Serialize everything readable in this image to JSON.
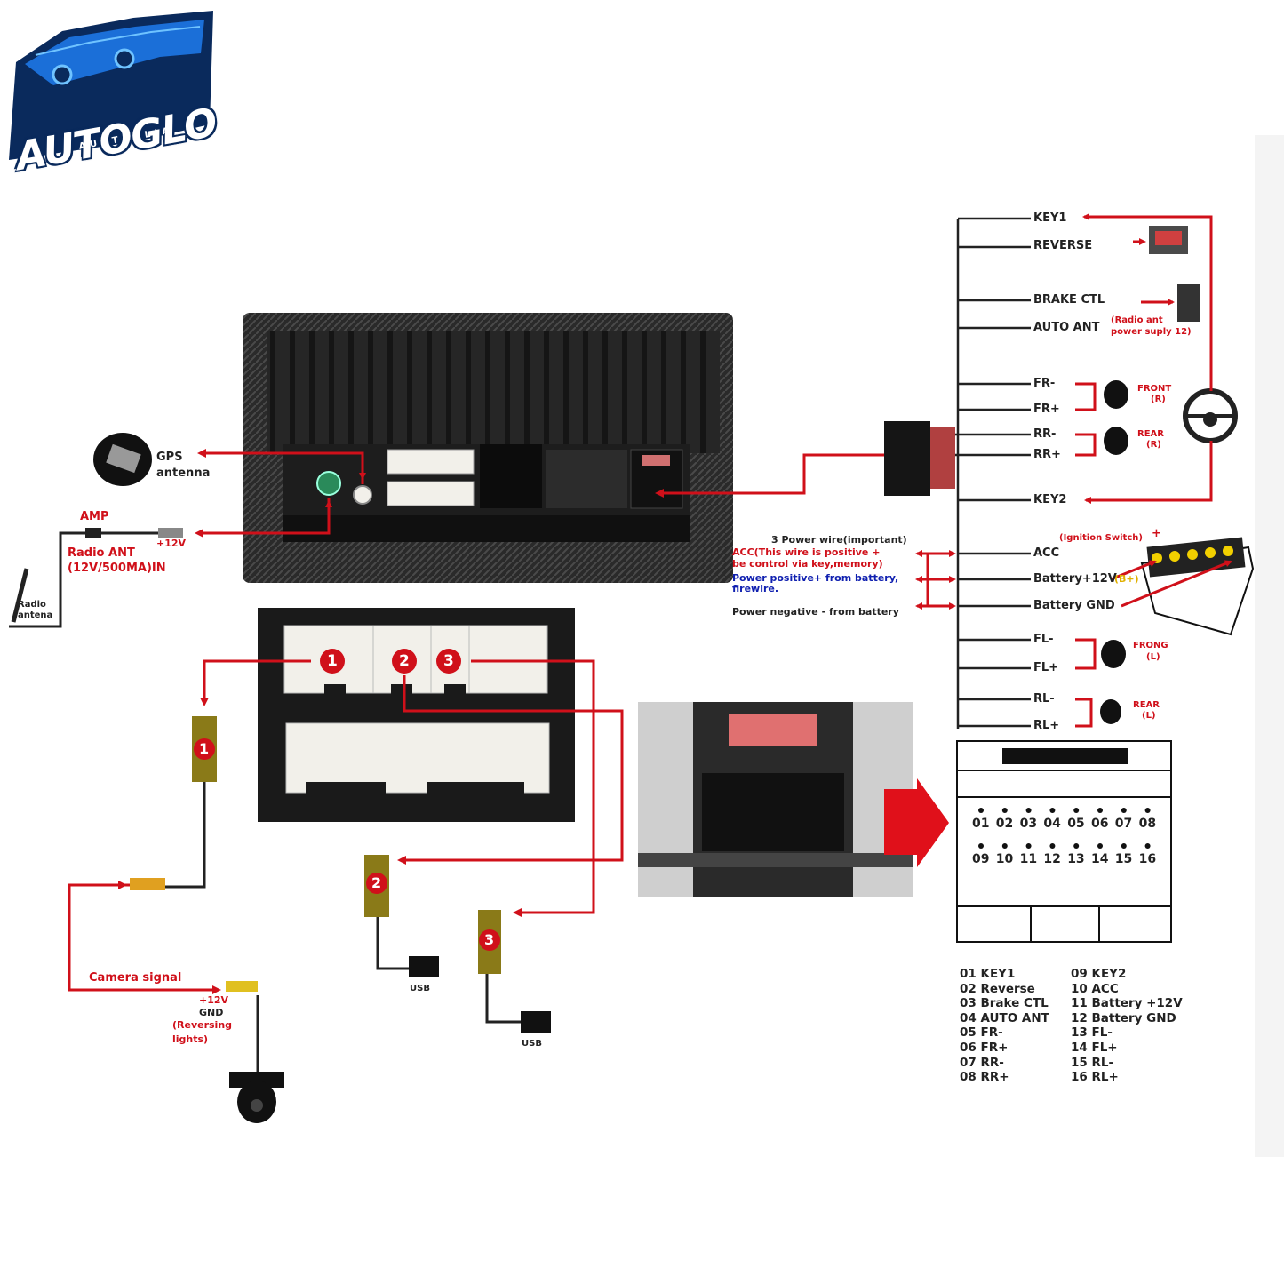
{
  "logo": {
    "brand": "AUTOGLO",
    "sub": "AUSTRALIA"
  },
  "colors": {
    "wire": "#d0101a",
    "harness": "#222222",
    "plastic": "#f2f0ea",
    "panel": "#1a1a1a",
    "plug": "#8a7a18"
  },
  "left": {
    "gps": "GPS",
    "gps2": "antenna",
    "amp": "AMP",
    "plus12": "+12V",
    "radio_ant": "Radio ANT",
    "radio_ant_spec": "(12V/500MA)IN",
    "radio": "Radio",
    "antena": "antena"
  },
  "ports": {
    "p1": "1",
    "p2": "2",
    "p3": "3"
  },
  "usb": {
    "u2": "USB",
    "u3": "USB"
  },
  "camera": {
    "signal": "Camera signal",
    "plus12": "+12V",
    "gnd": "GND",
    "rev1": "(Reversing",
    "rev2": "lights)"
  },
  "harness_labels": {
    "key1": "KEY1",
    "reverse": "REVERSE",
    "brake": "BRAKE CTL",
    "auto_ant": "AUTO ANT",
    "auto_ant_note1": "(Radio ant",
    "auto_ant_note2": "power suply 12)",
    "fr_minus": "FR-",
    "fr_plus": "FR+",
    "rr_minus": "RR-",
    "rr_plus": "RR+",
    "key2": "KEY2",
    "acc": "ACC",
    "battery12": "Battery+12V",
    "battery12_b": "(B+)",
    "battery_gnd": "Battery GND",
    "fl_minus": "FL-",
    "fl_plus": "FL+",
    "rl_minus": "RL-",
    "rl_plus": "RL+",
    "front_r1": "FRONT",
    "front_r2": "(R)",
    "rear_r1": "REAR",
    "rear_r2": "(R)",
    "front_l1": "FRONG",
    "front_l2": "(L)",
    "rear_l1": "REAR",
    "rear_l2": "(L)",
    "ignition": "(Ignition Switch)",
    "plus": "+",
    "plus_mark": "+"
  },
  "power_notes": {
    "title": "3 Power wire(important)",
    "acc1": "ACC(This wire is positive +",
    "acc2": "be control via key,memory)",
    "pos1": "Power positive+ from battery,",
    "pos2": "firewire.",
    "neg": "Power negative - from battery"
  },
  "pins_top": [
    "01",
    "02",
    "03",
    "04",
    "05",
    "06",
    "07",
    "08"
  ],
  "pins_bottom": [
    "09",
    "10",
    "11",
    "12",
    "13",
    "14",
    "15",
    "16"
  ],
  "legend_left": [
    "01 KEY1",
    "02 Reverse",
    "03 Brake CTL",
    "04 AUTO ANT",
    "05 FR-",
    "06 FR+",
    "07 RR-",
    "08 RR+"
  ],
  "legend_right": [
    "09 KEY2",
    "10 ACC",
    "11 Battery +12V",
    "12 Battery GND",
    "13 FL-",
    "14 FL+",
    "15 RL-",
    "16 RL+"
  ]
}
